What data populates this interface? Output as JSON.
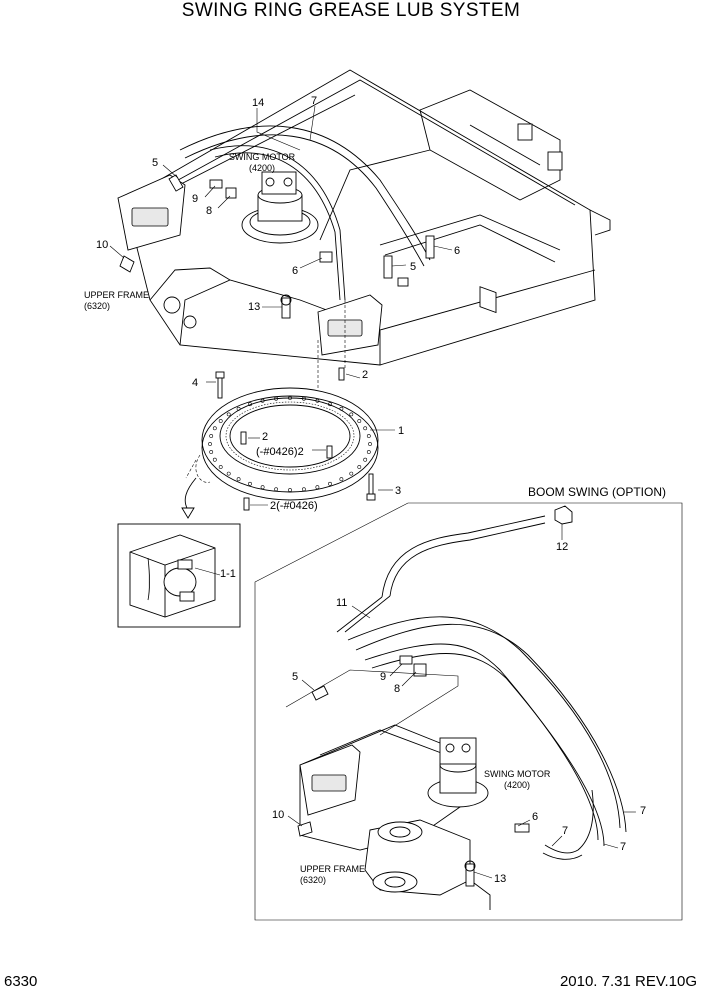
{
  "title": "SWING RING GREASE LUB SYSTEM",
  "footer": {
    "page_number": "6330",
    "revision": "2010. 7.31  REV.10G"
  },
  "top_view": {
    "swing_motor_label": "SWING MOTOR",
    "swing_motor_ref": "(4200)",
    "upper_frame_label": "UPPER FRAME",
    "upper_frame_ref": "(6320)",
    "callouts": [
      "14",
      "7",
      "5",
      "9",
      "8",
      "10",
      "6",
      "6",
      "5",
      "13",
      "4",
      "2",
      "1",
      "2",
      "(-#0426)2",
      "3",
      "2(-#0426)"
    ]
  },
  "detail_view": {
    "callouts": [
      "1-1"
    ]
  },
  "option_view": {
    "heading": "BOOM SWING (OPTION)",
    "swing_motor_label": "SWING MOTOR",
    "swing_motor_ref": "(4200)",
    "upper_frame_label": "UPPER FRAME",
    "upper_frame_ref": "(6320)",
    "callouts": [
      "12",
      "11",
      "5",
      "9",
      "8",
      "10",
      "6",
      "7",
      "7",
      "7",
      "13"
    ]
  }
}
